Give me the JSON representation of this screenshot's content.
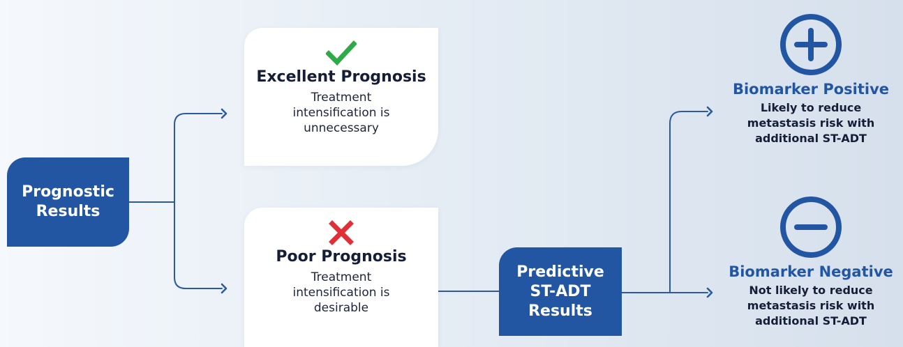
{
  "colors": {
    "brand_blue": "#2256a3",
    "connector": "#2b5aa0",
    "check_green": "#2eaa48",
    "cross_red": "#e02f36",
    "text_dark": "#141e36"
  },
  "prognostic_box": {
    "label": "Prognostic\nResults"
  },
  "excellent_card": {
    "icon": "check-icon",
    "title": "Excellent Prognosis",
    "description": "Treatment\nintensification is\nunnecessary"
  },
  "poor_card": {
    "icon": "cross-icon",
    "title": "Poor Prognosis",
    "description": "Treatment\nintensification is\ndesirable"
  },
  "predictive_box": {
    "label": "Predictive\nST-ADT\nResults"
  },
  "biomarker_positive": {
    "icon": "plus-circle-icon",
    "title": "Biomarker Positive",
    "description": "Likely to reduce\nmetastasis risk with\nadditional ST-ADT"
  },
  "biomarker_negative": {
    "icon": "minus-circle-icon",
    "title": "Biomarker Negative",
    "description": "Not likely to reduce\nmetastasis risk with\nadditional ST-ADT"
  }
}
